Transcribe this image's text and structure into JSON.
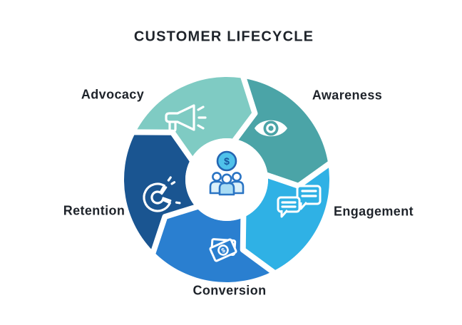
{
  "title": "CUSTOMER LIFECYCLE",
  "background_color": "#ffffff",
  "text_color": "#1e232a",
  "diagram": {
    "name": "customer-lifecycle-cycle",
    "currency_symbol": "$",
    "center": {
      "icon": "customer-group-icon",
      "coin_symbol": "$",
      "coin_fill": "#4FC1EA",
      "outline_color": "#2A74C4"
    },
    "segments": [
      {
        "label": "Awareness",
        "color": "#4BA4A7",
        "icon": "eye-icon"
      },
      {
        "label": "Engagement",
        "color": "#2FB1E5",
        "icon": "chat-bubbles-icon"
      },
      {
        "label": "Conversion",
        "color": "#2A7FD0",
        "icon": "money-icon"
      },
      {
        "label": "Retention",
        "color": "#1A5591",
        "icon": "magnet-icon"
      },
      {
        "label": "Advocacy",
        "color": "#7FCBC3",
        "icon": "megaphone-icon"
      }
    ]
  }
}
